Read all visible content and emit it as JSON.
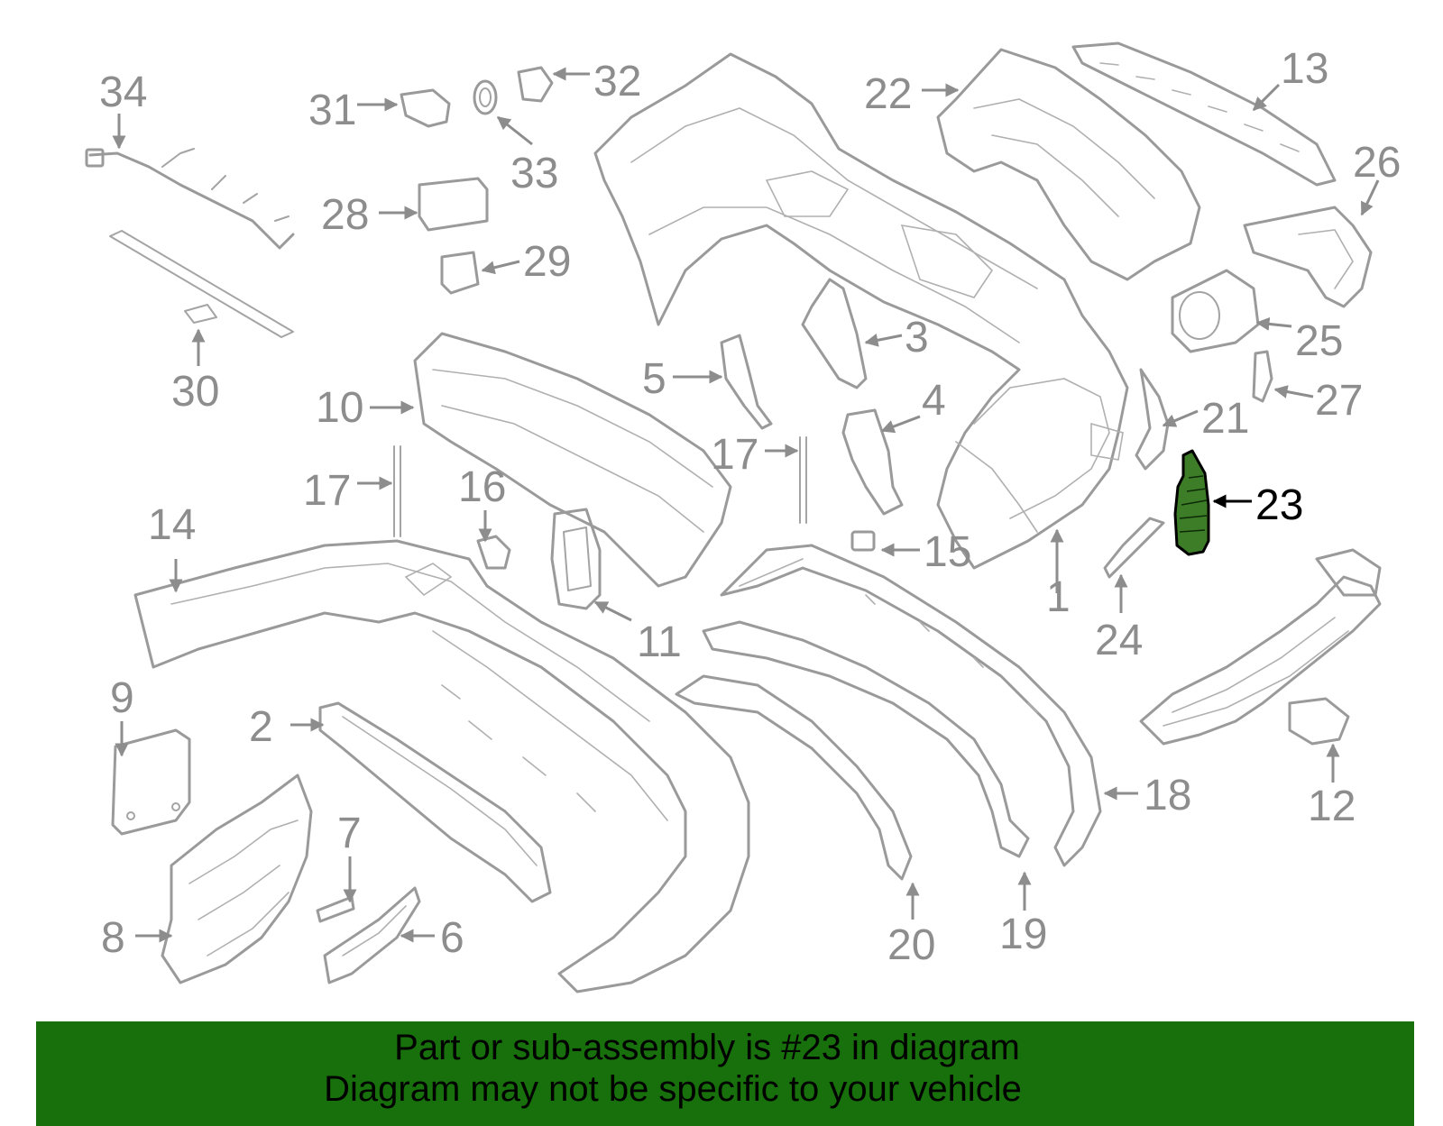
{
  "diagram": {
    "highlight_color": "#3e7d28",
    "part_color": "#9a9a9a",
    "highlighted_callout": "23",
    "callouts": [
      "1",
      "2",
      "3",
      "4",
      "5",
      "6",
      "7",
      "8",
      "9",
      "10",
      "11",
      "12",
      "13",
      "14",
      "15",
      "16",
      "17",
      "17",
      "18",
      "19",
      "20",
      "21",
      "22",
      "23",
      "24",
      "25",
      "26",
      "27",
      "28",
      "29",
      "30",
      "31",
      "32",
      "33",
      "34"
    ]
  },
  "banner": {
    "background": "#17700b",
    "line1": "Part or sub-assembly is #23 in diagram",
    "line2": "Diagram may not be specific to your vehicle"
  }
}
